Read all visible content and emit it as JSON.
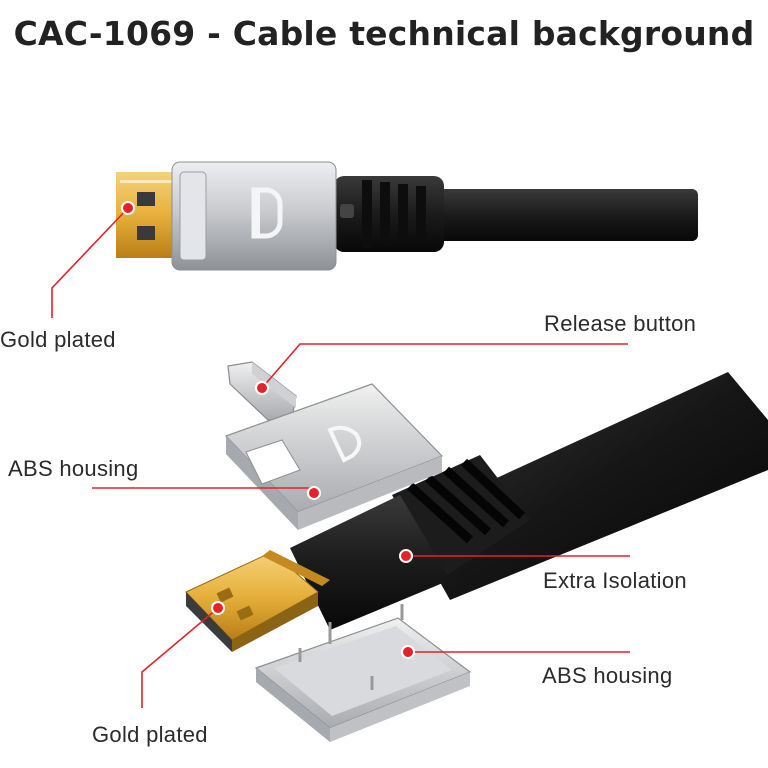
{
  "title": "CAC-1069 - Cable technical background",
  "labels": {
    "gold_plated_top": "Gold plated",
    "release_button": "Release button",
    "abs_housing_top": "ABS housing",
    "extra_isolation": "Extra Isolation",
    "abs_housing_bottom": "ABS housing",
    "gold_plated_bottom": "Gold plated"
  },
  "colors": {
    "callout": "#e3222a",
    "gold": "#e6b03c",
    "cable": "#1b1b1b",
    "silver": "#c9cbcf",
    "text": "#2b2b2b"
  },
  "icons": {
    "logo": "displayport-logo-icon"
  }
}
